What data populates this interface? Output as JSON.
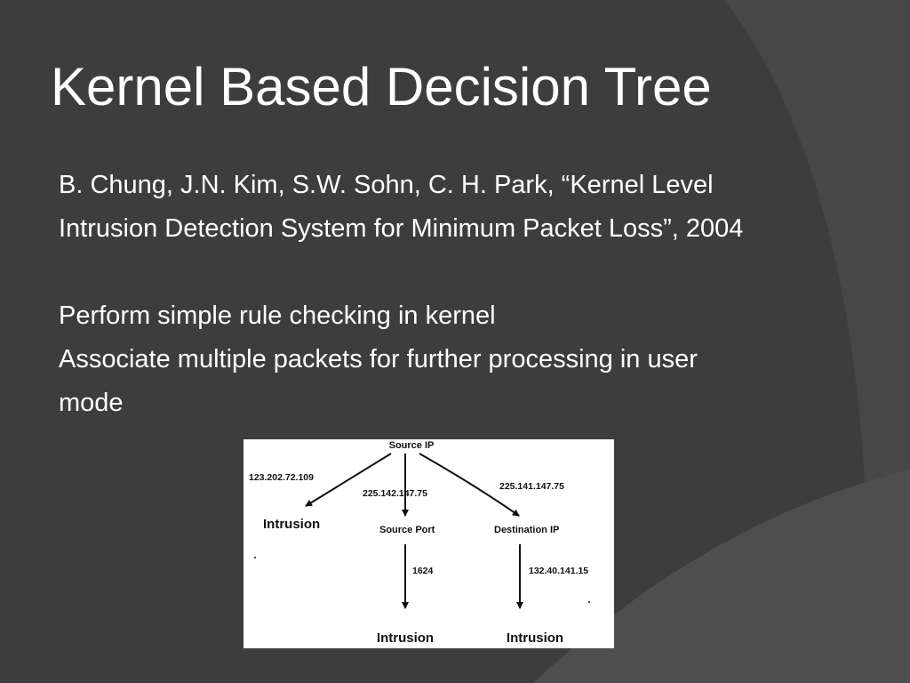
{
  "slide": {
    "title": "Kernel Based Decision Tree",
    "citation_line_1": "B. Chung, J.N. Kim, S.W. Sohn, C. H. Park, “Kernel Level",
    "citation_line_2": "Intrusion Detection System for Minimum Packet Loss”, 2004",
    "point_1": "Perform simple rule checking in kernel",
    "point_2_line_1": "Associate multiple packets for further processing in user",
    "point_2_line_2": "mode"
  },
  "diagram": {
    "root": "Source IP",
    "edge_left": "123.202.72.109",
    "edge_middle": "225.142.147.75",
    "edge_right": "225.141.147.75",
    "node_left": "Intrusion",
    "node_middle": "Source Port",
    "node_right": "Destination IP",
    "edge_middle_down": "1624",
    "edge_right_down": "132.40.141.15",
    "leaf_middle": "Intrusion",
    "leaf_right": "Intrusion"
  },
  "colors": {
    "background": "#3d3d3d",
    "swoosh": "#474747",
    "text": "#ffffff",
    "figure_background": "#ffffff"
  }
}
